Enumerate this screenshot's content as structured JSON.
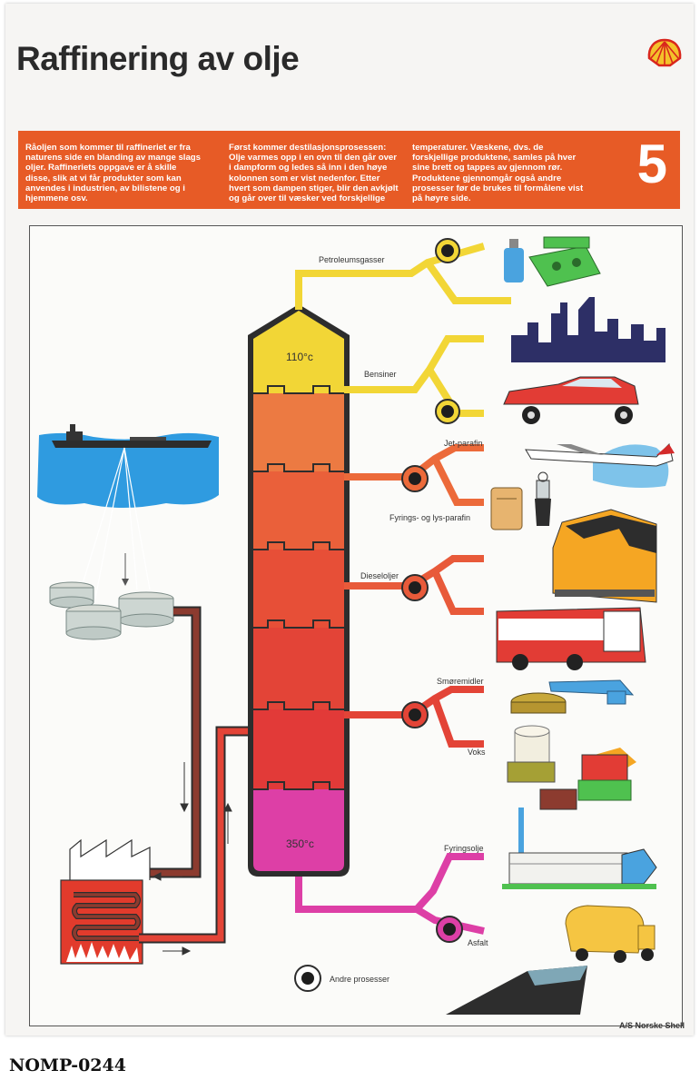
{
  "title": "Raffinering av olje",
  "step_number": "5",
  "intro": {
    "col1": "Råoljen som kommer til raffineriet er fra\nnaturens side en blanding av mange slags\noljer. Raffineriets oppgave er å skille\ndisse, slik at vi får produkter som kan\nanvendes i industrien, av bilistene og i\nhjemmene osv.",
    "col2": "Først kommer destilasjonsprosessen:\nOlje varmes opp i en ovn til den går over\ni dampform og ledes så inn i den høye\nkolonnen som er vist nedenfor. Etter\nhvert som dampen stiger, blir den avkjølt\nog går over til væsker ved forskjellige",
    "col3": "temperaturer. Væskene, dvs. de\nforskjellige produktene, samles på hver\nsine brett og tappes av gjennom rør.\nProduktene gjennomgår også andre\nprosesser før de brukes til formålene vist\npå høyre side."
  },
  "column": {
    "top_temp": "110°c",
    "bottom_temp": "350°c"
  },
  "products": [
    {
      "label": "Petroleumsgasser",
      "icon": "gas-stove-icon"
    },
    {
      "label": "Bensiner",
      "icon": "car-icon"
    },
    {
      "label": "Jet-parafin",
      "icon": "airplane-icon"
    },
    {
      "label": "Fyrings- og lys-parafin",
      "icon": "heater-lantern-icon"
    },
    {
      "label": "Dieseloljer",
      "icon": "train-bus-icon"
    },
    {
      "label": "Smøremidler",
      "icon": "grease-icon"
    },
    {
      "label": "Voks",
      "icon": "candle-icon"
    },
    {
      "label": "Fyringsolje",
      "icon": "factory-icon"
    },
    {
      "label": "Asfalt",
      "icon": "road-tanker-icon"
    }
  ],
  "legend": {
    "other_processes": "Andre prosesser"
  },
  "publisher": "A/S Norske Shell",
  "archive_id": "NOMP-0244",
  "colors": {
    "band": "#e75b26",
    "yellow": "#f2d636",
    "orange": "#ec6a3a",
    "red": "#e34437",
    "magenta": "#dd3fa6",
    "brown": "#8c3b2f"
  }
}
